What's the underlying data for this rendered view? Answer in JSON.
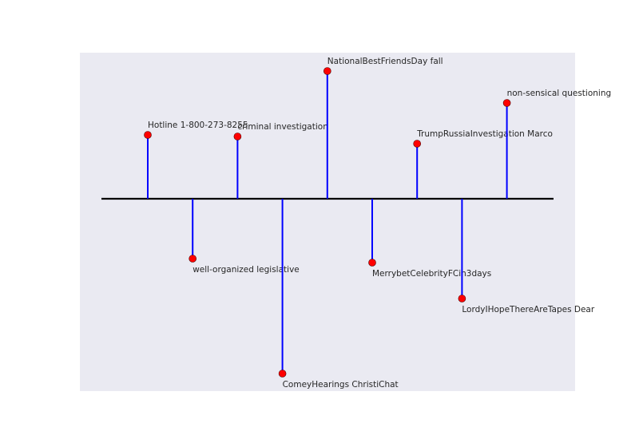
{
  "chart_data": {
    "type": "timeline",
    "title": "",
    "xlabel": "",
    "ylabel": "",
    "grid": false,
    "legend": "none",
    "colors": {
      "axes_background": "#eaeaf2",
      "baseline": "#000000",
      "stem": "#0000ff",
      "marker": "#ff0000"
    },
    "events": [
      {
        "label": "Hotline 1-800-273-8255",
        "value": 80
      },
      {
        "label": "well-organized legislative",
        "value": -75
      },
      {
        "label": "criminal investigation",
        "value": 78
      },
      {
        "label": "ComeyHearings ChristiChat",
        "value": -219
      },
      {
        "label": "NationalBestFriendsDay fall",
        "value": 160
      },
      {
        "label": "MerrybetCelebrityFCin3days",
        "value": -80
      },
      {
        "label": "TrumpRussiaInvestigation Marco",
        "value": 69
      },
      {
        "label": "LordyIHopeThereAreTapes Dear",
        "value": -125
      },
      {
        "label": "non-sensical questioning",
        "value": 120
      }
    ]
  }
}
